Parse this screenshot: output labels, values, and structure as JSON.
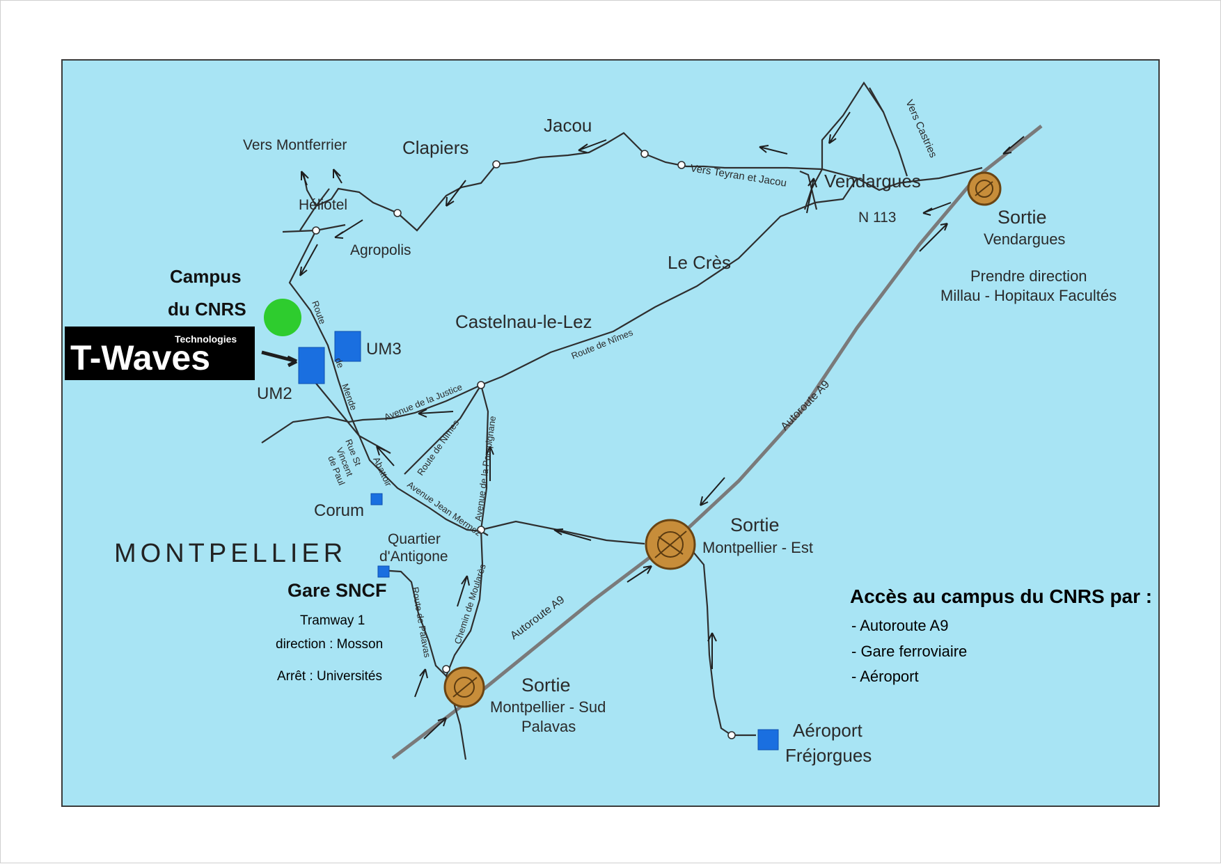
{
  "colors": {
    "water": "#a8e4f4",
    "frame": "#3a3a3a",
    "campus_marker": "#2ecc2e",
    "site_marker": "#1a6fe0",
    "roundabout": "#c78d3a",
    "logo_bg": "#000000"
  },
  "logo": {
    "brand": "T-Waves",
    "tagline": "Technologies"
  },
  "places": {
    "vers_montferrier": "Vers Montferrier",
    "clapiers": "Clapiers",
    "jacou": "Jacou",
    "heliotel": "Héliotel",
    "agropolis": "Agropolis",
    "vendargues": "Vendargues",
    "vers_castries": "Vers Castries",
    "vers_teyran": "Vers Teyran et Jacou",
    "n113": "N 113",
    "le_cres": "Le Crès",
    "castelnau": "Castelnau-le-Lez",
    "campus_line1": "Campus",
    "campus_line2": "du CNRS",
    "um3": "UM3",
    "um2": "UM2",
    "corum": "Corum",
    "montpellier": "MONTPELLIER",
    "antigone_line1": "Quartier",
    "antigone_line2": "d'Antigone",
    "aeroport_line1": "Aéroport",
    "aeroport_line2": "Fréjorgues"
  },
  "roads": {
    "route_de_nimes_1": "Route de Nîmes",
    "route_de_nimes_2": "Route de Nîmes",
    "avenue_justice": "Avenue de la Justice",
    "route_de_mende_1": "Route",
    "route_de_mende_2": "de",
    "route_de_mende_3": "Mende",
    "rue_st_vincent_1": "Rue St",
    "rue_st_vincent_2": "Vincent",
    "rue_st_vincent_3": "de Paul",
    "abattoir": "Abattoir",
    "avenue_mermoz": "Avenue Jean Mermoz",
    "avenue_pompignane": "Avenue de la Pompignane",
    "chemin_moulares": "Chemin de Moularès",
    "route_de_palavas": "Route de Palavas",
    "autoroute_a9_1": "Autoroute A9",
    "autoroute_a9_2": "Autoroute A9"
  },
  "exits": {
    "vendargues": {
      "title": "Sortie",
      "sub": "Vendargues"
    },
    "prendre_line1": "Prendre direction",
    "prendre_line2": "Millau - Hopitaux Facultés",
    "montpellier_est": {
      "title": "Sortie",
      "sub": "Montpellier - Est"
    },
    "montpellier_sud": {
      "title": "Sortie",
      "sub1": "Montpellier - Sud",
      "sub2": "Palavas"
    }
  },
  "gare": {
    "title": "Gare SNCF",
    "line1": "Tramway 1",
    "line2": "direction : Mosson",
    "line3": "Arrêt : Universités"
  },
  "access": {
    "title": "Accès au campus du CNRS par :",
    "items": [
      "- Autoroute A9",
      "- Gare ferroviaire",
      "- Aéroport"
    ]
  }
}
